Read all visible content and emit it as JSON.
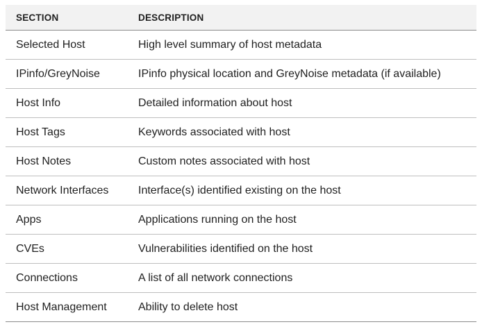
{
  "table": {
    "headers": {
      "section": "SECTION",
      "description": "DESCRIPTION"
    },
    "rows": [
      {
        "section": "Selected Host",
        "description": "High level summary of host metadata"
      },
      {
        "section": "IPinfo/GreyNoise",
        "description": "IPinfo physical location and GreyNoise metadata (if available)"
      },
      {
        "section": "Host Info",
        "description": "Detailed information about host"
      },
      {
        "section": "Host Tags",
        "description": "Keywords associated with host"
      },
      {
        "section": "Host Notes",
        "description": "Custom notes associated with host"
      },
      {
        "section": "Network Interfaces",
        "description": "Interface(s) identified existing on the host"
      },
      {
        "section": "Apps",
        "description": "Applications running on the host"
      },
      {
        "section": "CVEs",
        "description": "Vulnerabilities identified on the host"
      },
      {
        "section": "Connections",
        "description": "A list of all network connections"
      },
      {
        "section": "Host Management",
        "description": "Ability to delete host"
      }
    ]
  }
}
